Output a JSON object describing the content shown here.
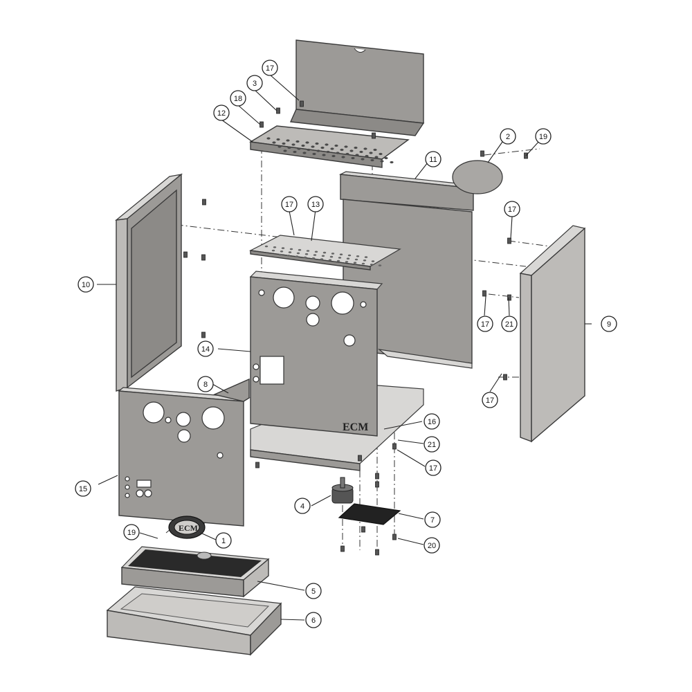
{
  "callouts": [
    {
      "label": "1"
    },
    {
      "label": "2"
    },
    {
      "label": "3"
    },
    {
      "label": "4"
    },
    {
      "label": "5"
    },
    {
      "label": "6"
    },
    {
      "label": "7"
    },
    {
      "label": "8"
    },
    {
      "label": "9"
    },
    {
      "label": "10"
    },
    {
      "label": "11"
    },
    {
      "label": "12"
    },
    {
      "label": "13"
    },
    {
      "label": "14"
    },
    {
      "label": "15"
    },
    {
      "label": "16"
    },
    {
      "label": "17"
    },
    {
      "label": "17"
    },
    {
      "label": "17"
    },
    {
      "label": "17"
    },
    {
      "label": "17"
    },
    {
      "label": "17"
    },
    {
      "label": "18"
    },
    {
      "label": "19"
    },
    {
      "label": "19"
    },
    {
      "label": "20"
    },
    {
      "label": "21"
    },
    {
      "label": "21"
    }
  ],
  "logo": {
    "text": "ECM"
  },
  "colors": {
    "panel": "#9c9a97",
    "panel_light": "#bdbbb8",
    "edge": "#d8d7d5",
    "outline": "#3a3a3a"
  }
}
